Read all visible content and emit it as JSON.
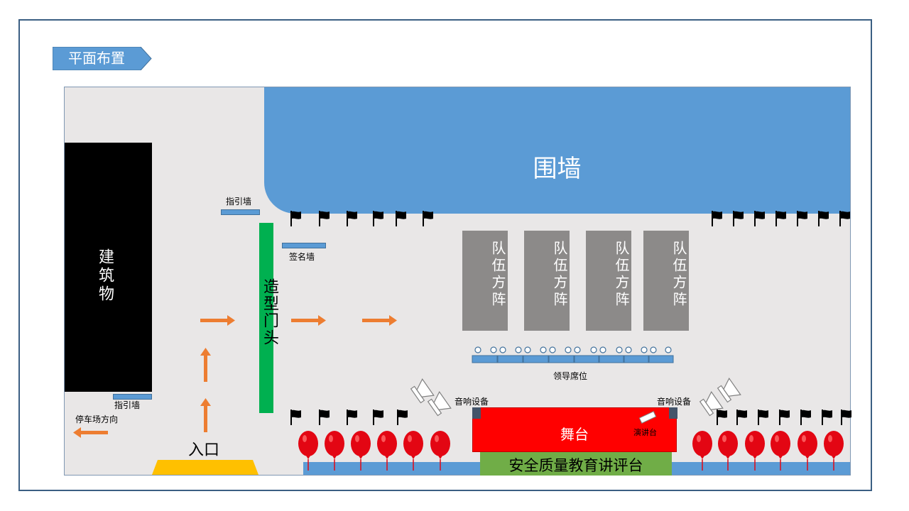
{
  "title": "平面布置",
  "labels": {
    "wall": "围墙",
    "building": "建筑物",
    "gate": "造型门头",
    "guide_wall_top": "指引墙",
    "guide_wall_bottom": "指引墙",
    "sign_wall": "签名墙",
    "leader_seats": "领导席位",
    "audio_left": "音响设备",
    "audio_right": "音响设备",
    "stage": "舞台",
    "podium": "演讲台",
    "platform": "安全质量教育讲评台",
    "entrance": "入口",
    "parking": "停车场方向"
  },
  "squads": [
    "队伍方阵",
    "队伍方阵",
    "队伍方阵",
    "队伍方阵"
  ],
  "colors": {
    "wall": "#5b9bd5",
    "building": "#000000",
    "gate": "#00b050",
    "squad": "#8c8a89",
    "stage": "#ff0000",
    "platform": "#70ad47",
    "arrow": "#ed7d31",
    "balloon": "#e30613",
    "entrance_ramp": "#ffc000",
    "title_tag": "#5b9bd5"
  },
  "icons": [
    "flag-icon",
    "balloon-icon",
    "speaker-icon",
    "arrow-icon",
    "podium-icon",
    "seat-circle-icon"
  ]
}
